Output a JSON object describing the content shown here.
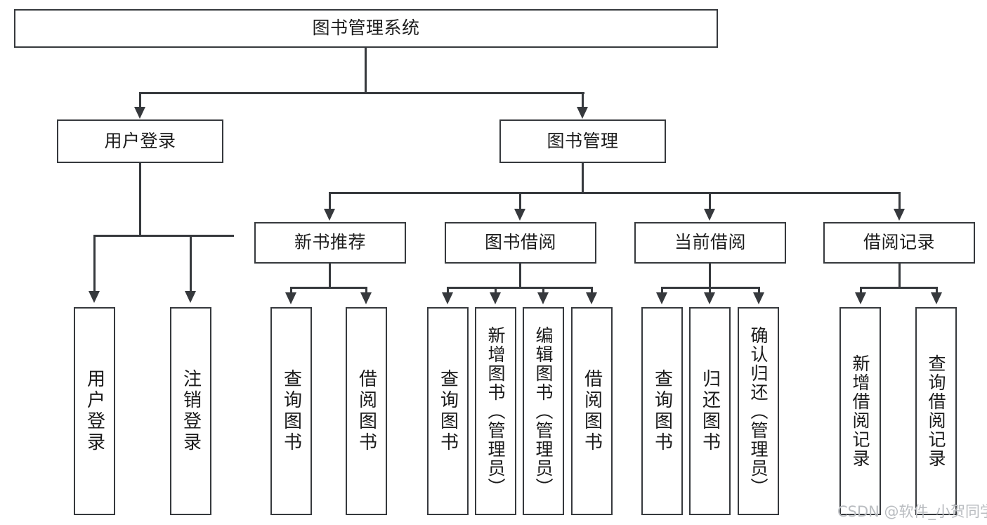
{
  "diagram": {
    "title": "图书管理系统",
    "watermark": "CSDN @软件_小贺同学",
    "colors": {
      "stroke": "#36393d",
      "text": "#1b1b1b",
      "background": "#ffffff",
      "watermark": "#b9bcc0"
    },
    "root": {
      "label": "图书管理系统"
    },
    "level2": [
      {
        "label": "用户登录"
      },
      {
        "label": "图书管理"
      }
    ],
    "level3": [
      {
        "label": "新书推荐"
      },
      {
        "label": "图书借阅"
      },
      {
        "label": "当前借阅"
      },
      {
        "label": "借阅记录"
      }
    ],
    "leaves": {
      "user_login": [
        {
          "label": "用户登录"
        },
        {
          "label": "注销登录"
        }
      ],
      "new_book_recommend": [
        {
          "label": "查询图书"
        },
        {
          "label": "借阅图书"
        }
      ],
      "book_borrow": [
        {
          "label": "查询图书"
        },
        {
          "label": "新增图书（管理员）"
        },
        {
          "label": "编辑图书（管理员）"
        },
        {
          "label": "借阅图书"
        }
      ],
      "current_borrow": [
        {
          "label": "查询图书"
        },
        {
          "label": "归还图书"
        },
        {
          "label": "确认归还（管理员）"
        }
      ],
      "borrow_records": [
        {
          "label": "新增借阅记录"
        },
        {
          "label": "查询借阅记录"
        }
      ]
    }
  }
}
